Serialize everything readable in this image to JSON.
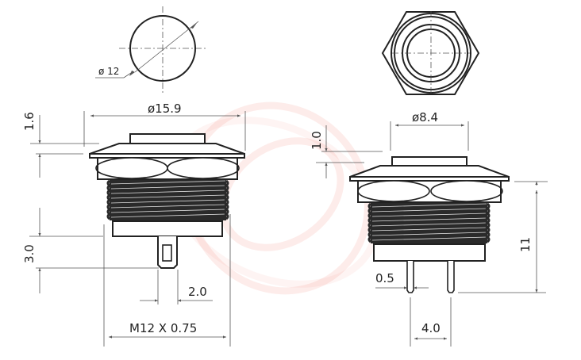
{
  "drawing": {
    "subject": "metal push button switch dimension drawing",
    "views": {
      "top_left": {
        "name": "panel cutout",
        "label": "ø 12"
      },
      "top_right": {
        "name": "front hex view"
      },
      "side_left": {
        "name": "side view (solder lug)",
        "dims": {
          "head_diameter": "ø15.9",
          "cap_height": "1.6",
          "terminal_length": "3.0",
          "terminal_width": "2.0",
          "thread": "M12 X 0.75"
        }
      },
      "side_right": {
        "name": "side view (pin terminals)",
        "dims": {
          "cap_diameter": "ø8.4",
          "cap_height": "1.0",
          "pin_diameter": "0.5",
          "pin_pitch": "4.0",
          "body_length": "11"
        }
      }
    },
    "colors": {
      "line": "#222222",
      "dimension": "#555555",
      "watermark": "#ee4433"
    }
  }
}
